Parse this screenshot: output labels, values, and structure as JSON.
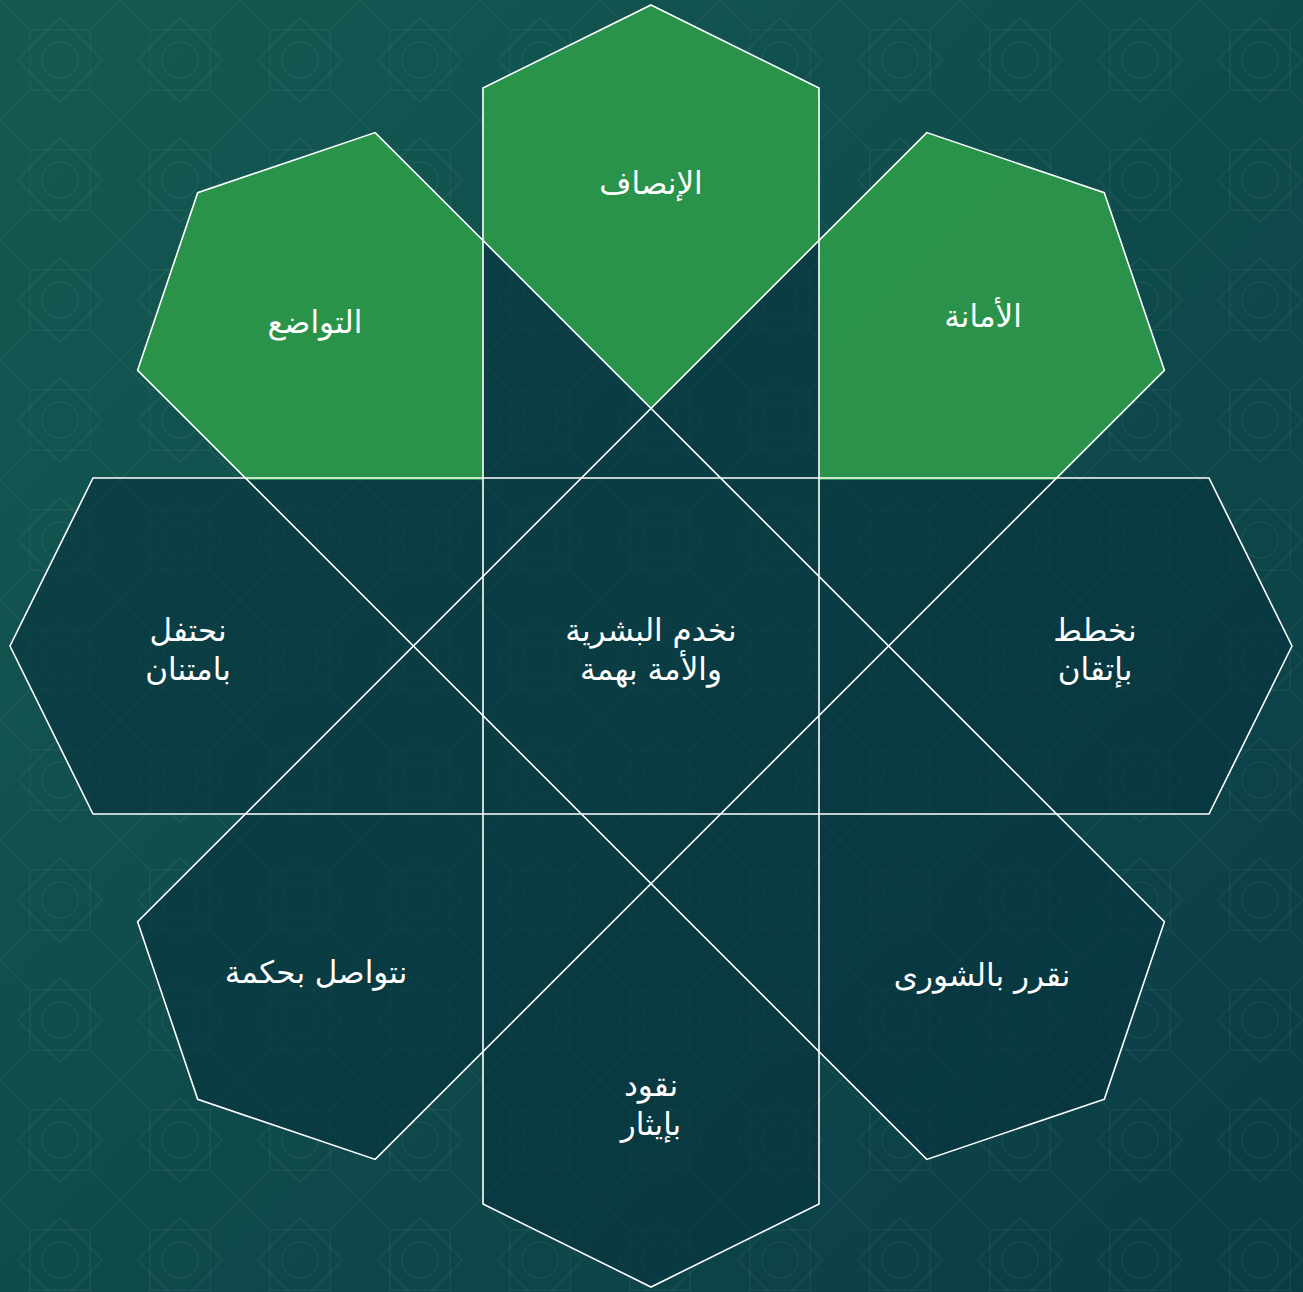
{
  "diagram": {
    "nodes": [
      {
        "text": [
          "الإنصاف"
        ]
      },
      {
        "text": [
          "الأمانة"
        ]
      },
      {
        "text": [
          "التواضع"
        ]
      },
      {
        "text": [
          "نخطط بإتقان"
        ]
      },
      {
        "text": [
          "نخدم البشرية والأمة بهمة"
        ]
      },
      {
        "text": [
          "نحتفل بامتنان"
        ]
      },
      {
        "text": [
          "نقرر بالشورى"
        ]
      },
      {
        "text": [
          "نقود بإيثار"
        ]
      },
      {
        "text": [
          "نتواصل بحكمة"
        ]
      }
    ]
  }
}
